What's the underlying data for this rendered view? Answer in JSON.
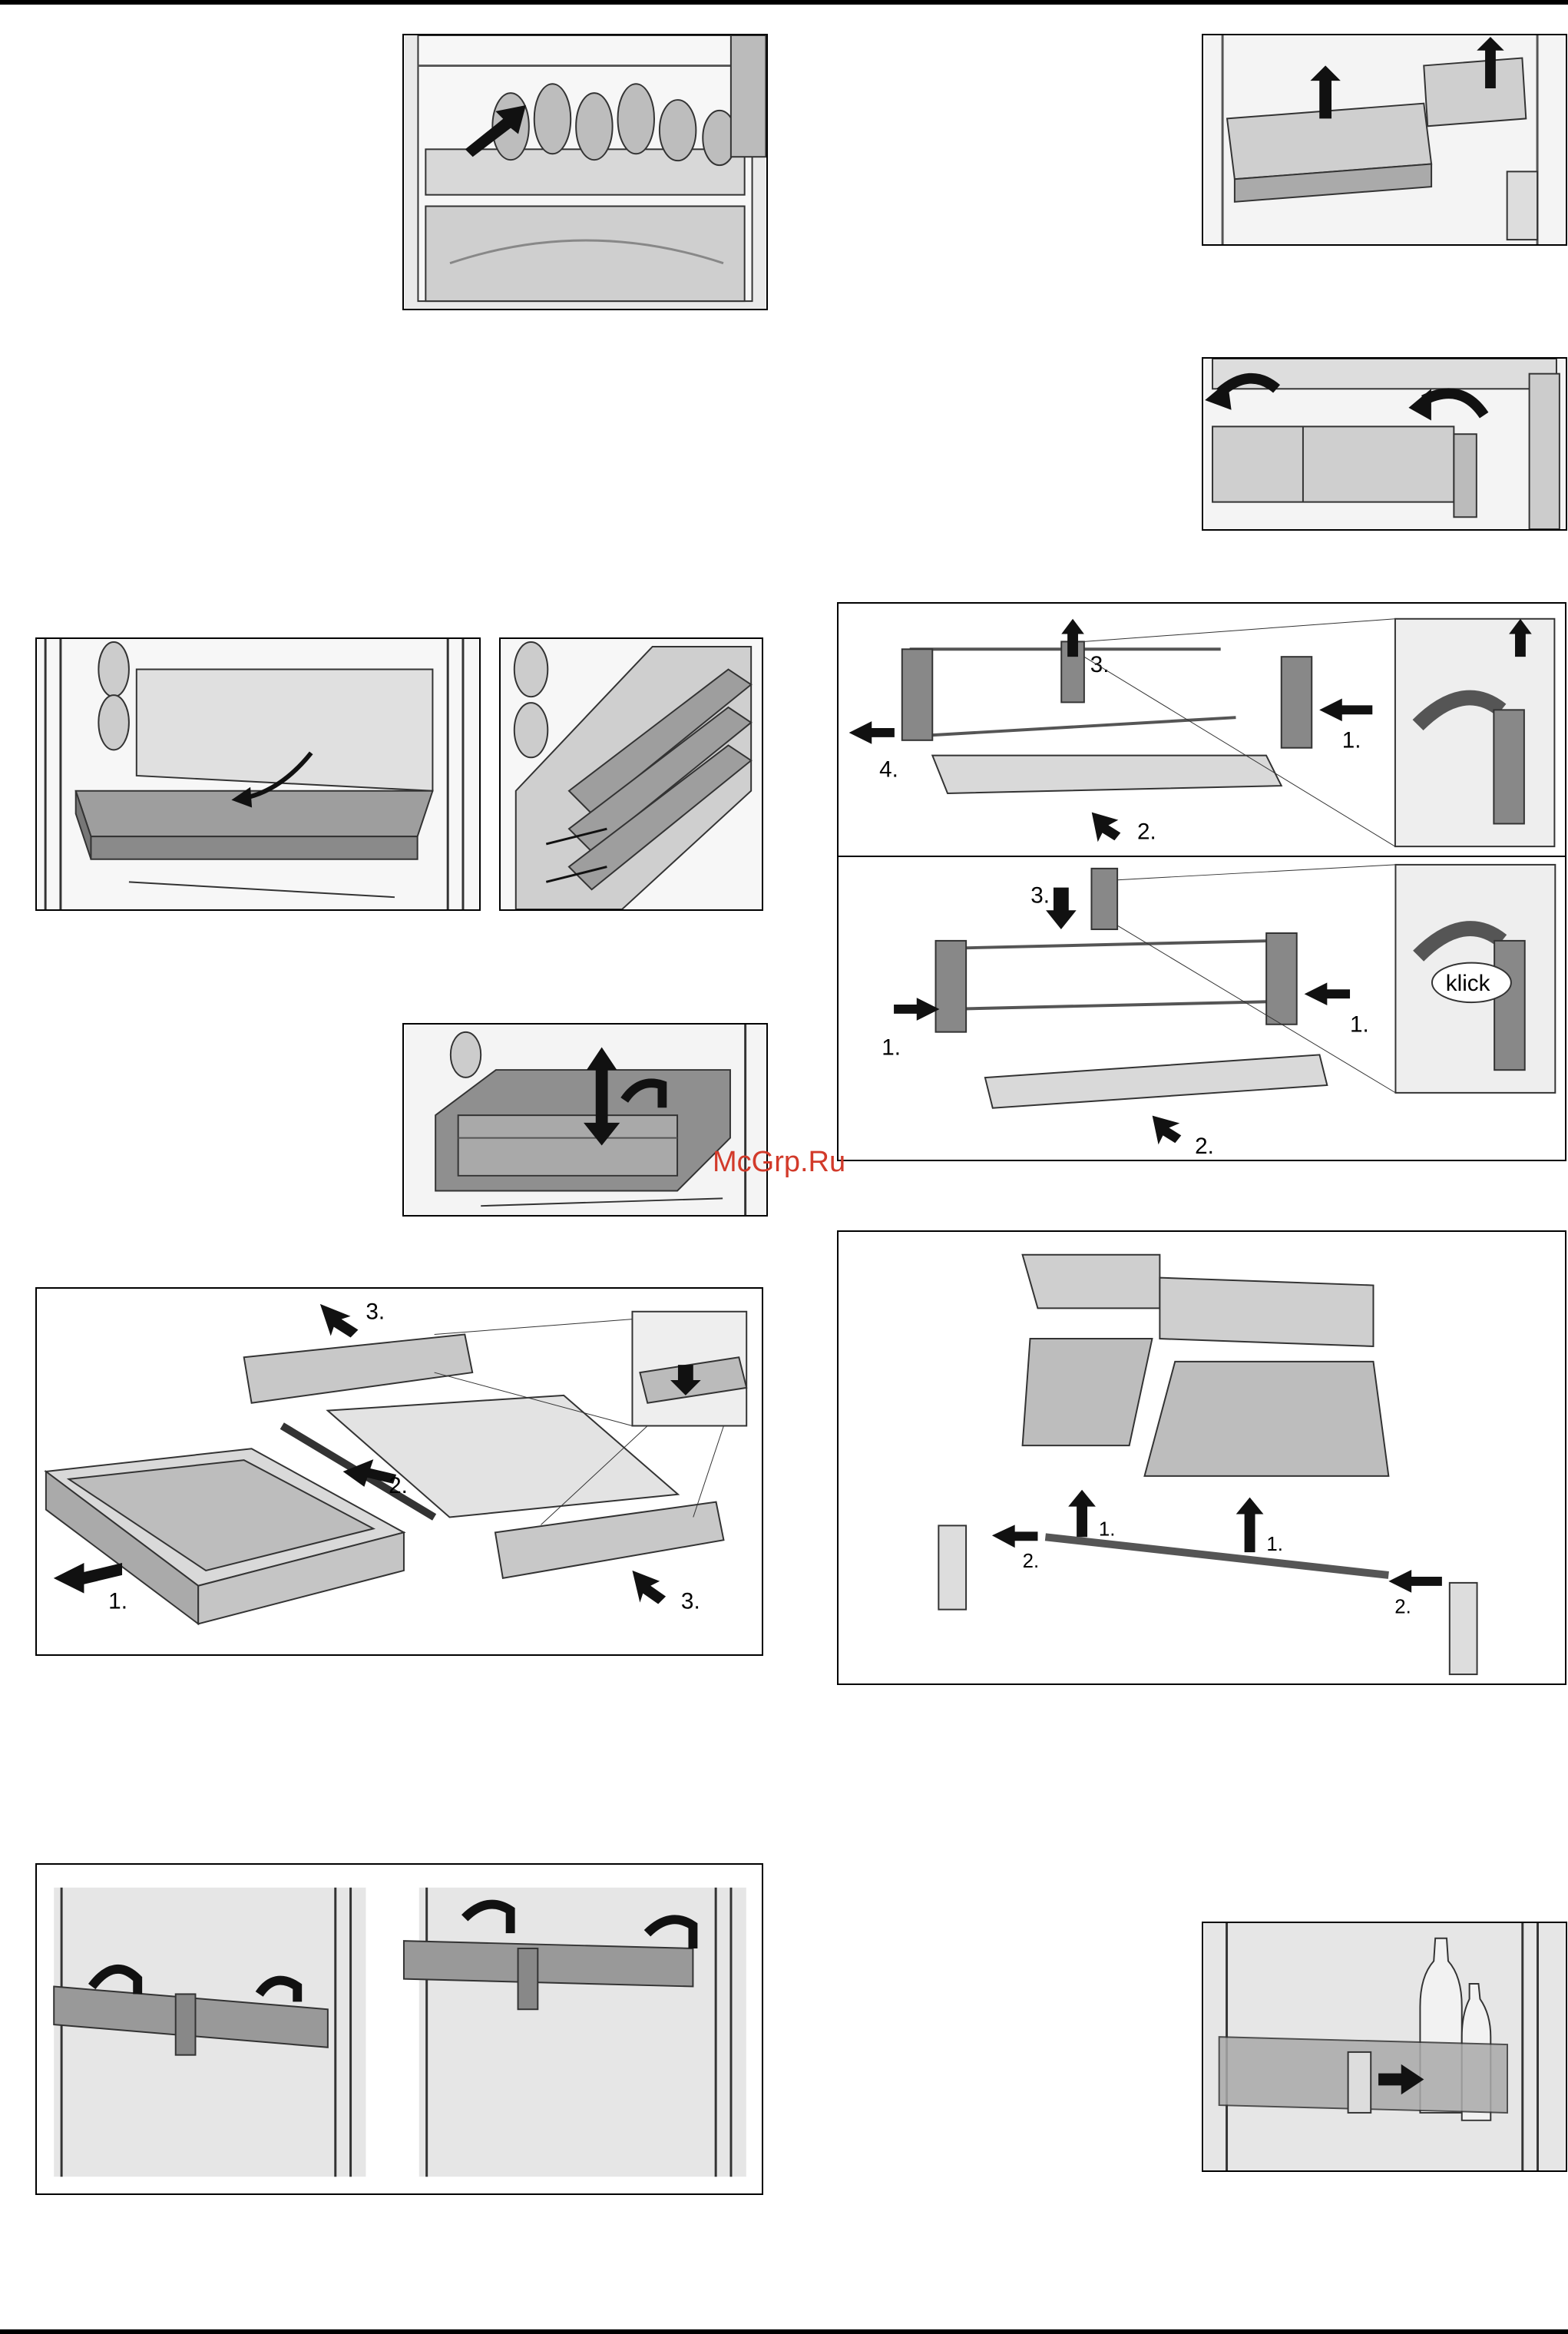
{
  "watermark": "McGrp.Ru",
  "drawer_removal": {
    "step1": "1.",
    "step2": "2.",
    "step3": "3."
  },
  "shelf_removal": {
    "step1": "1.",
    "step2": "2.",
    "step3": "3.",
    "step4": "4."
  },
  "shelf_install": {
    "step1": "1.",
    "step2": "2.",
    "step3": "3.",
    "click_label": "klick"
  },
  "tray_assembly": {
    "step1": "1.",
    "step2": "2."
  }
}
